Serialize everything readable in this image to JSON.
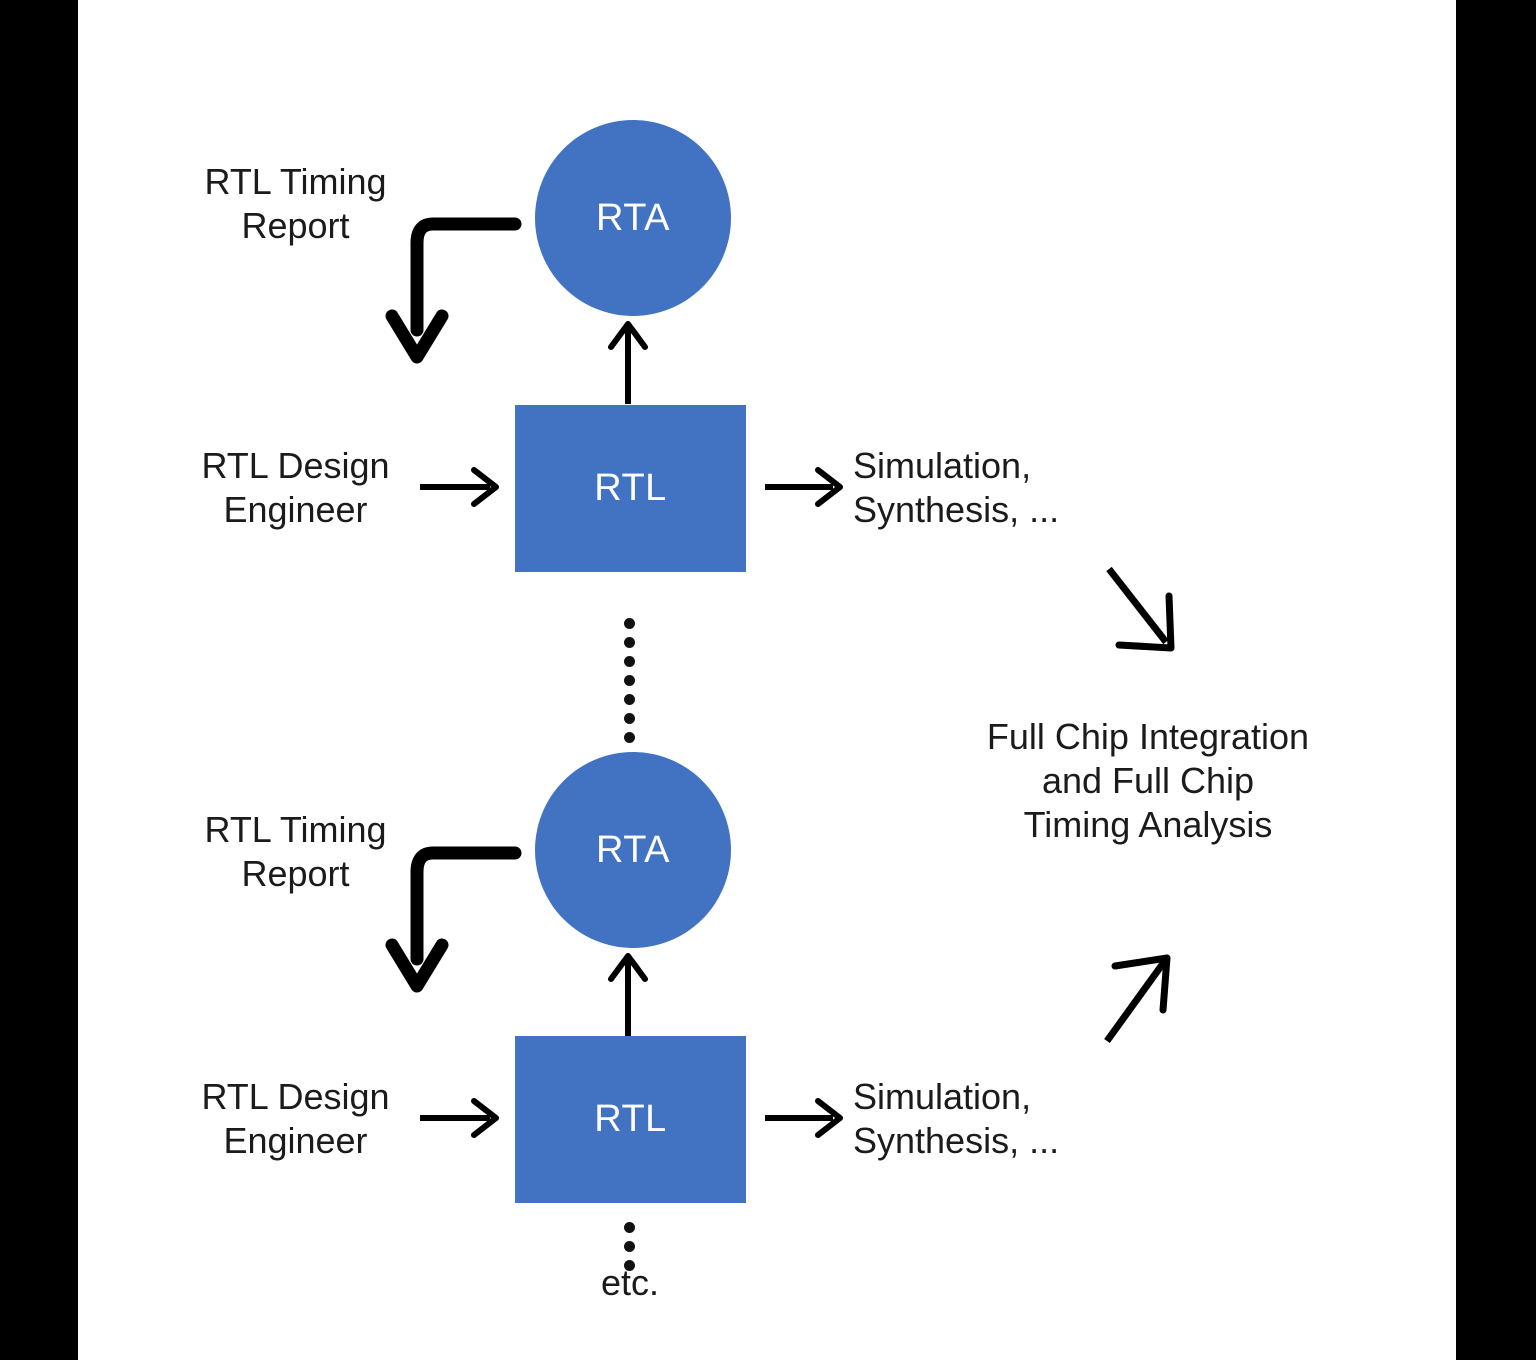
{
  "diagram": {
    "title": "RTL design and timing analysis flow",
    "background_color": "#ffffff",
    "letterbox_color": "#000000",
    "node_color": "#4273c2",
    "node_text_color": "#ffffff",
    "label_color": "#1b1b1b",
    "arrow_color": "#000000"
  },
  "blocks": {
    "top": {
      "rta_label": "RTA",
      "rtl_label": "RTL",
      "timing_report_label": "RTL Timing\nReport",
      "design_engineer_label": "RTL Design\nEngineer",
      "downstream_label": "Simulation,\nSynthesis, ..."
    },
    "bottom": {
      "rta_label": "RTA",
      "rtl_label": "RTL",
      "timing_report_label": "RTL Timing\nReport",
      "design_engineer_label": "RTL Design\nEngineer",
      "downstream_label": "Simulation,\nSynthesis, ..."
    }
  },
  "integration": {
    "label": "Full Chip Integration\nand Full Chip\nTiming Analysis"
  },
  "continuation": {
    "vertical_ellipsis_dots": 7,
    "etc_ellipsis_dots": 3,
    "etc_label": "etc."
  },
  "icons": {
    "arrow_right": "arrow-right-icon",
    "arrow_up": "arrow-up-icon",
    "arrow_down_curved": "curved-feedback-arrow-icon",
    "arrow_diagonal_down": "arrow-diagonal-down-right-icon",
    "arrow_diagonal_up": "arrow-diagonal-up-right-icon",
    "vertical_ellipsis": "vertical-ellipsis-icon"
  }
}
